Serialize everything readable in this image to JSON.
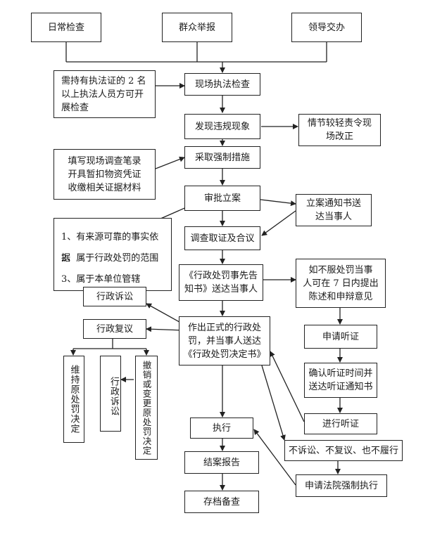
{
  "nodes": {
    "daily_check": "日常检查",
    "public_report": "群众举报",
    "leader_assign": "领导交办",
    "two_officers_note": "需持有执法证的 2 名\n以上执法人员方可开\n展检查",
    "onsite_inspection": "现场执法检查",
    "found_violation": "发现违规现象",
    "minor_correct": "情节较轻责令现\n场改正",
    "fill_records_note": "填写现场调查笔录\n开具暂扣物资凭证\n收缴相关证据材料",
    "enforcement_measures": "采取强制措施",
    "approve_filing": "审批立案",
    "filing_notice": "立案通知书送\n达当事人",
    "investigate": "调查取证及合议",
    "conditions": [
      "1、有来源可靠的事实依据",
      "2、属于行政处罚的范围",
      "3、属于本单位管辖"
    ],
    "pre_notice": "《行政处罚事先告\n知书》送达当事人",
    "dissent_note": "如不服处罚当事\n人可在 7 日内提出\n陈述和申辩意见",
    "admin_litigation": "行政诉讼",
    "admin_review": "行政复议",
    "formal_decision": "作出正式的行政处\n罚，并当事人送达\n《行政处罚决定书》",
    "request_hearing": "申请听证",
    "confirm_hearing": "确认听证时间并\n送达听证通知书",
    "uphold": "维持原处罚决定",
    "litigation_v": "行政诉讼",
    "revoke_change": "撤销或变更原处罚决定",
    "conduct_hearing": "进行听证",
    "execute": "执行",
    "no_appeal": "不诉讼、不复议、也不履行",
    "close_report": "结案报告",
    "court_enforce": "申请法院强制执行",
    "archive": "存档备查"
  }
}
